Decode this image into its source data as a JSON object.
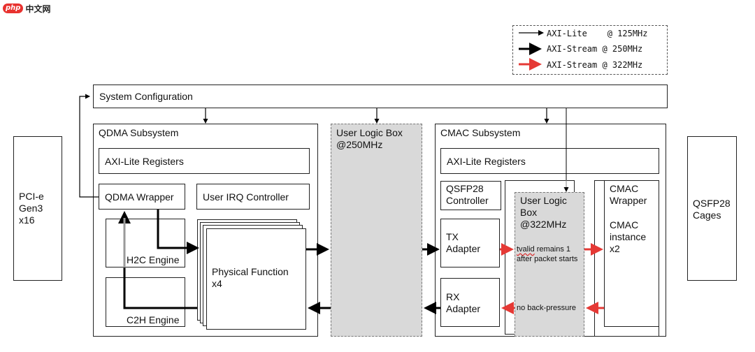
{
  "logo": {
    "badge": "php",
    "text": "中文网"
  },
  "legend": {
    "items": [
      {
        "text": "AXI-Lite    @ 125MHz",
        "color": "#000000"
      },
      {
        "text": "AXI-Stream @ 250MHz",
        "color": "#000000"
      },
      {
        "text": "AXI-Stream @ 322MHz",
        "color": "#e53935"
      }
    ]
  },
  "labels": {
    "system_configuration": "System Configuration",
    "pcie": "PCI-e\nGen3\nx16",
    "qsfp_cages": "QSFP28\nCages",
    "qdma_subsystem": "QDMA Subsystem",
    "qdma_axi_lite": "AXI-Lite Registers",
    "qdma_wrapper": "QDMA Wrapper",
    "user_irq": "User IRQ Controller",
    "h2c_engine": "H2C Engine",
    "c2h_engine": "C2H Engine",
    "physical_function": "Physical Function\nx4",
    "user_logic_250": "User Logic Box\n@250MHz",
    "cmac_subsystem": "CMAC Subsystem",
    "cmac_axi_lite": "AXI-Lite Registers",
    "qsfp_controller": "QSFP28\nController",
    "tx_adapter": "TX\nAdapter",
    "rx_adapter": "RX\nAdapter",
    "user_logic_322": "User Logic\nBox\n@322MHz",
    "tvalid_word": "tvalid",
    "tvalid_rest": " remains 1\nafter packet starts",
    "no_backpressure": "no back-pressure",
    "cmac_wrapper": "CMAC\nWrapper",
    "cmac_instance": "CMAC\ninstance\nx2"
  },
  "colors": {
    "red": "#e53935",
    "black": "#000000",
    "grey_fill": "#d9d9d9"
  }
}
